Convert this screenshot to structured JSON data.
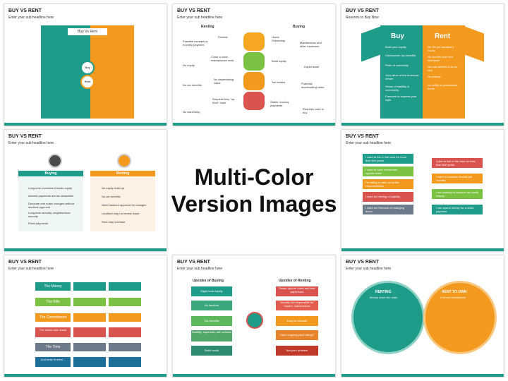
{
  "center": {
    "line1": "Multi-Color",
    "line2": "Version Images"
  },
  "slides": [
    {
      "title": "BUY VS RENT",
      "sub": "Enter your sub headline here"
    },
    {
      "title": "BUY VS RENT",
      "sub": "Enter your sub headline here"
    },
    {
      "title": "BUY VS RENT",
      "sub": "Reasons to Buy Now"
    },
    {
      "title": "BUY VS RENT",
      "sub": "Enter your sub headline here"
    },
    {
      "title": "BUY VS RENT",
      "sub": "Enter your sub headline here"
    },
    {
      "title": "BUY VS RENT",
      "sub": "Enter your sub headline here"
    },
    {
      "title": "BUY VS RENT",
      "sub": "Enter your sub headline here"
    },
    {
      "title": "BUY VS RENT",
      "sub": "Enter your sub headline here"
    }
  ],
  "s1": {
    "header": "Buy Vs Rent",
    "buy": "Buy",
    "rent": "Rent"
  },
  "s2": {
    "renting": "Renting",
    "buying": "Buying",
    "left": [
      "Flexible",
      "Close to wow maintenance work",
      "No depreciating value",
      "Requires less \"up-front\" cash"
    ],
    "left2": [
      "Possible increase in monthly payment",
      "No equity",
      "No tax benefits",
      "No ownership"
    ],
    "right": [
      "Home Ownership",
      "Build equity",
      "Tax breaks",
      "Stable housing payments"
    ],
    "right2": [
      "Maintenance and other expenses",
      "Liquid asset",
      "Potential depreciating value",
      "Requires cash to buy"
    ]
  },
  "s3": {
    "buy": "Buy",
    "rent": "Rent",
    "buyItems": [
      "Build your equity",
      "Homeowner tax benefits",
      "Pride of ownership",
      "Your piece of the American dream",
      "Sense of stability & community",
      "Freedom to express your style"
    ],
    "rentItems": [
      "No 3% per landlord's hourly",
      "No worries over rent increases",
      "No roof defects to fix for rent",
      "No privacy",
      "No ability to personalize home"
    ]
  },
  "s4": {
    "buying": "Buying",
    "renting": "Renting",
    "buyItems": [
      "Long-term investment builds equity",
      "Interest payments are tax deductible",
      "Decorate and make changes without landlord approval",
      "Long-term security, neighborhood security",
      "Fixed payments"
    ],
    "rentItems": [
      "No equity build-up",
      "No tax benefits",
      "Need landlord approval for changes",
      "Landlord may not renew lease",
      "Rent may increase"
    ]
  },
  "s5": {
    "left": [
      "I want to live in the area for more than five years",
      "I want to have investment opportunities",
      "I'm willing to take on further responsibilities",
      "I want the feeling of stability",
      "I want the freedom of changing decor"
    ],
    "right": [
      "I plan to live in the area for less than five years",
      "I want to maintain flexible job mobility",
      "I am working to improve my credit history",
      "I can spend money for a down payment"
    ]
  },
  "s6": {
    "rows": [
      "The Money",
      "The Bills",
      "The Commitment",
      "The duties and needs",
      "The Time",
      "And keep in mind..."
    ]
  },
  "s7": {
    "buying": "Upsides of Buying",
    "renting": "Upsides of Renting",
    "left": [
      "Might build equity",
      "No landlord",
      "Tax benefits",
      "Stability, especially with schools",
      "Build credit"
    ],
    "right": [
      "Fewer upfront costs and less paperwork",
      "Usually not responsible for repairs, maintenance",
      "Easy to relocate",
      "Have ongoing price hiking?",
      "Not your problem"
    ]
  },
  "s8": {
    "left": "RENTING",
    "leftSub": "Money down the drain",
    "right": "RENT TO OWN",
    "rightSub": "A Smart Investment!"
  },
  "colors": {
    "teal": "#1f9b8a",
    "orange": "#f39a1e",
    "green": "#5cb85c",
    "red": "#d9534f",
    "gray": "#6c7a89"
  }
}
